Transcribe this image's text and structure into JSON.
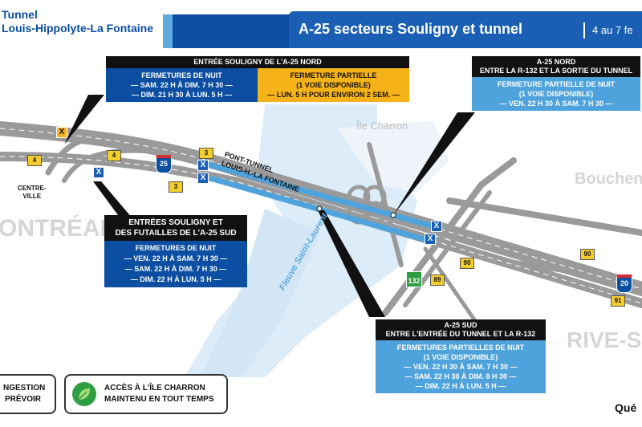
{
  "header": {
    "brand_line1": "Tunnel",
    "brand_line2": "Louis-Hippolyte-La Fontaine",
    "title": "A-25 secteurs Souligny et tunnel",
    "date": "4 au 7 fe"
  },
  "places": {
    "montreal": "ONTRÉAL",
    "boucherville": "Bouchen",
    "rive_sud": "RIVE-S",
    "ile_charron": "Île Charron",
    "fleuve": "Fleuve Saint-Laurent",
    "centre_ville_1": "CENTRE-",
    "centre_ville_2": "VILLE"
  },
  "tunnel_label": {
    "line1": "PONT-TUNNEL",
    "line2": "LOUIS-H.-LA FONTAINE"
  },
  "routes": {
    "r4a": "4",
    "r4b": "4",
    "r3a": "3",
    "r3b": "3",
    "i25": "25",
    "i20": "20",
    "r132": "132",
    "r89": "89",
    "r90a": "90",
    "r90b": "90",
    "r91": "91"
  },
  "panels": {
    "souligny_nord": {
      "header": "ENTRÉE SOULIGNY DE L'A-25 NORD",
      "night_title": "FERMETURES DE NUIT",
      "night_line1": "— SAM. 22 H À DIM. 7 H 30 —",
      "night_line2": "— DIM. 21 H 30 À LUN. 5 H —",
      "partial_title": "FERMETURE PARTIELLE",
      "partial_sub": "(1 VOIE DISPONIBLE)",
      "partial_line1": "— LUN. 5 H POUR ENVIRON 2 SEM. —"
    },
    "a25_nord": {
      "header1": "A-25 NORD",
      "header2": "ENTRE LA R-132 ET LA SORTIE DU TUNNEL",
      "title": "FERMETURE PARTIELLE DE NUIT",
      "sub": "(1 VOIE DISPONIBLE)",
      "line1": "— VEN. 22 H 30 À SAM. 7 H 30 —"
    },
    "souligny_sud": {
      "header1": "ENTRÉES SOULIGNY ET",
      "header2": "DES FUTAILLES DE L'A-25 SUD",
      "title": "FERMETURES DE NUIT",
      "line1": "— VEN. 22 H À SAM. 7 H 30 —",
      "line2": "— SAM. 22 H À DIM. 7 H 30 —",
      "line3": "— DIM. 22 H À LUN. 5 H —"
    },
    "a25_sud": {
      "header1": "A-25 SUD",
      "header2": "ENTRE L'ENTRÉE DU TUNNEL ET LA R-132",
      "title": "FERMETURES PARTIELLES DE NUIT",
      "sub": "(1 VOIE DISPONIBLE)",
      "line1": "— VEN. 22 H 30 À SAM. 7 H 30 —",
      "line2": "— SAM. 22 H 30 À DIM. 8 H 30 —",
      "line3": "— DIM. 22 H À LUN. 5 H —"
    }
  },
  "legend": {
    "congestion_line1": "NGESTION",
    "congestion_line2": "PRÉVOIR",
    "access_line1": "ACCÈS À L'ÎLE CHARRON",
    "access_line2": "MAINTENU EN TOUT TEMPS"
  },
  "footer_brand": "Qué",
  "colors": {
    "brand_blue": "#0b4ea2",
    "light_blue": "#4fa3dc",
    "closure_yellow": "#f6b319",
    "water": "#dcecf8"
  }
}
